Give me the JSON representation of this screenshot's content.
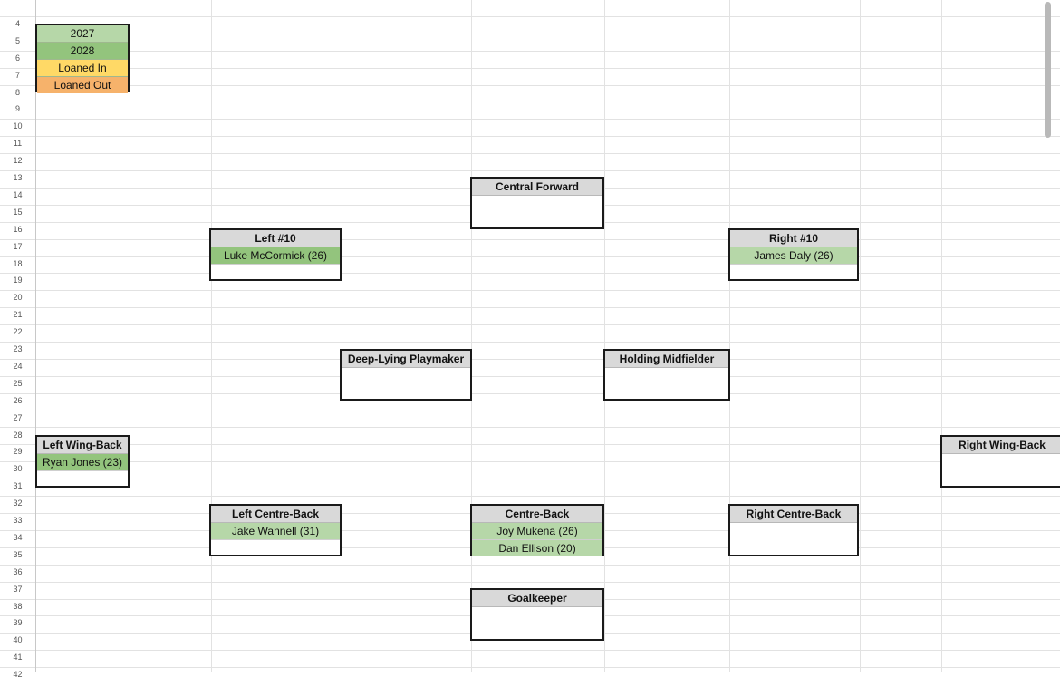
{
  "row_numbers": [
    "4",
    "5",
    "6",
    "7",
    "8",
    "9",
    "10",
    "11",
    "12",
    "13",
    "14",
    "15",
    "16",
    "17",
    "18",
    "19",
    "20",
    "21",
    "22",
    "23",
    "24",
    "25",
    "26",
    "27",
    "28",
    "29",
    "30",
    "31",
    "32",
    "33",
    "34",
    "35",
    "36",
    "37",
    "38",
    "39",
    "40",
    "41",
    "42"
  ],
  "legend": [
    "2027",
    "2028",
    "Loaned In",
    "Loaned Out"
  ],
  "positions": {
    "central_forward": {
      "title": "Central Forward",
      "players": []
    },
    "left_10": {
      "title": "Left #10",
      "players": [
        "Luke McCormick (26)"
      ]
    },
    "right_10": {
      "title": "Right #10",
      "players": [
        "James Daly (26)"
      ]
    },
    "deep_lying_playmaker": {
      "title": "Deep-Lying Playmaker",
      "players": []
    },
    "holding_midfielder": {
      "title": "Holding Midfielder",
      "players": []
    },
    "left_wing_back": {
      "title": "Left Wing-Back",
      "players": [
        "Ryan Jones (23)"
      ]
    },
    "right_wing_back": {
      "title": "Right Wing-Back",
      "players": []
    },
    "left_centre_back": {
      "title": "Left Centre-Back",
      "players": [
        "Jake Wannell (31)"
      ]
    },
    "centre_back": {
      "title": "Centre-Back",
      "players": [
        "Joy Mukena (26)",
        "Dan Ellison (20)"
      ]
    },
    "right_centre_back": {
      "title": "Right Centre-Back",
      "players": []
    },
    "goalkeeper": {
      "title": "Goalkeeper",
      "players": []
    }
  },
  "colors": {
    "contract_2027": "#b6d7a8",
    "contract_2028": "#93c47d",
    "loaned_in": "#ffd966",
    "loaned_out": "#f6b26b"
  }
}
